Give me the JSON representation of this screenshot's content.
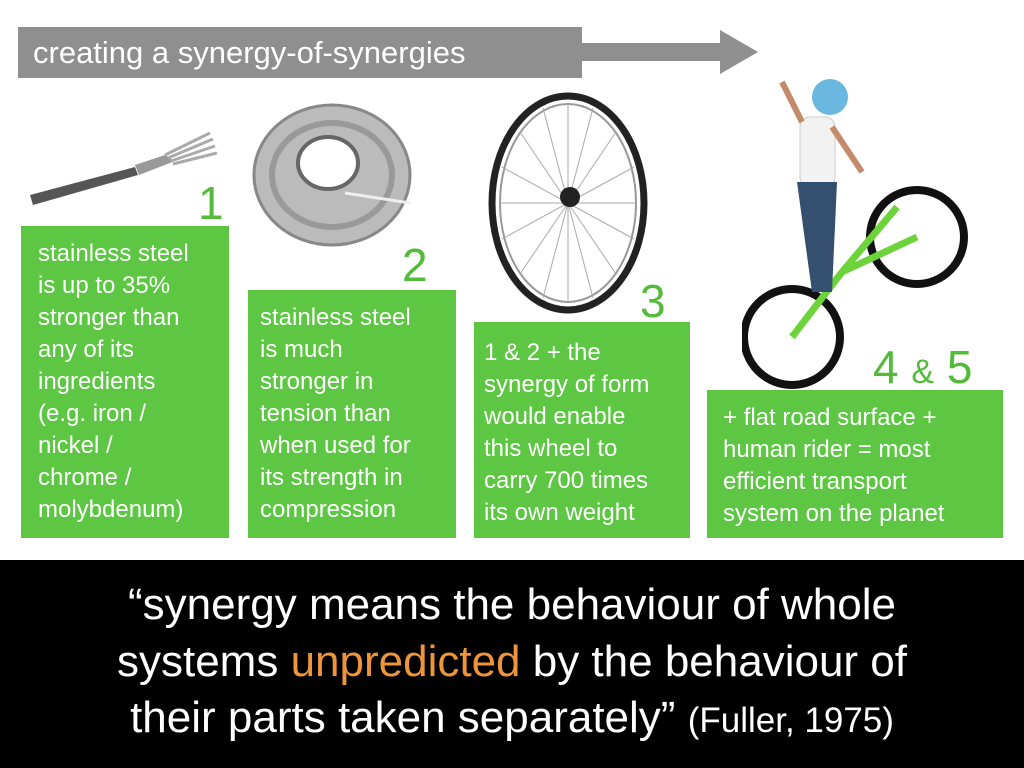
{
  "title": "creating a synergy-of-synergies",
  "steps": [
    {
      "number": "1",
      "text": [
        "stainless steel",
        "is up to 35%",
        "stronger than",
        "any of its",
        "ingredients",
        "(e.g. iron /",
        "nickel /",
        "chrome /",
        "molybdenum)"
      ]
    },
    {
      "number": "2",
      "text": [
        "stainless steel",
        "is much",
        "stronger in",
        "tension than",
        "when used for",
        "its strength in",
        "compression"
      ]
    },
    {
      "number": "3",
      "text": [
        "1 & 2 + the",
        "synergy of form",
        "would enable",
        "this wheel to",
        "carry 700 times",
        "its own weight"
      ]
    },
    {
      "number_a": "4",
      "amp": "&",
      "number_b": "5",
      "text": [
        "+ flat road surface +",
        "human rider = most",
        "efficient transport",
        "system on the planet"
      ]
    }
  ],
  "quote": {
    "line1": "“synergy means the behaviour of whole",
    "line2_pre": "systems ",
    "line2_highlight": "unpredicted",
    "line2_post": " by the behaviour of",
    "line3": "their parts taken separately”",
    "citation": "(Fuller, 1975)"
  },
  "colors": {
    "green": "#5dc642",
    "number_green": "#52bb3a",
    "highlight": "#ee9439",
    "title_gray": "#8f8f8f"
  }
}
